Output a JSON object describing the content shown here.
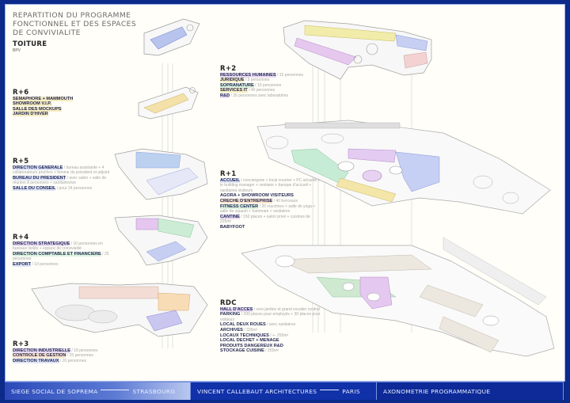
{
  "title": "REPARTITION DU PROGRAMME\nFONCTIONNEL ET DES ESPACES\nDE CONVIVIALITE",
  "levels": {
    "toiture": {
      "heading": "TOITURE",
      "items": [
        {
          "value": "BPV"
        }
      ]
    },
    "r6": {
      "heading": "R+6",
      "items": [
        {
          "key": "SEMAPHORE + MAMMOUTH",
          "color": "yellow"
        },
        {
          "key": "SHOWROOM V.I.P.",
          "color": "yellow"
        },
        {
          "key": "SALLE DES MOCKUPS",
          "color": "yellow"
        },
        {
          "key": "JARDIN D'HIVER",
          "color": "yellow"
        }
      ]
    },
    "r5": {
      "heading": "R+5",
      "items": [
        {
          "key": "DIRECTION GENERALE",
          "value": " / bureau assistante + 4 collaborateurs proches + femme du président et adjoint"
        },
        {
          "key": "BUREAU DU PRESIDENT",
          "value": " / avec salon + salle de réunion 8 personnes + sanitaires/wc"
        },
        {
          "key": "SALLE DU CONSEIL",
          "value": " / pour 24 personnes"
        }
      ]
    },
    "r4": {
      "heading": "R+4",
      "items": [
        {
          "key": "DIRECTION STRATEGIQUE",
          "value": " / 10 personnes en bureaux isolés + espace de convivialité"
        },
        {
          "key": "DIRECTION COMPTABLE ET FINANCIERE",
          "value": " / 25 personnes"
        },
        {
          "key": "EXPORT",
          "value": " / 10 personnes"
        }
      ]
    },
    "r3": {
      "heading": "R+3",
      "items": [
        {
          "key": "DIRECTION INDUSTRIELLE",
          "value": " / 18 personnes"
        },
        {
          "key": "CONTROLE DE GESTION",
          "value": " / 25 personnes"
        },
        {
          "key": "DIRECTION TRAVAUX",
          "value": " / 20 personnes"
        }
      ]
    },
    "r2": {
      "heading": "R+2",
      "items": [
        {
          "key": "RESSOURCES HUMAINES",
          "value": " / 15 personnes"
        },
        {
          "key": "JURIDIQUE",
          "value": " / 5 personnes"
        },
        {
          "key": "SOPRANATURE",
          "value": " / 10 personnes"
        },
        {
          "key": "SERVICES IT",
          "value": " / 40 personnes"
        },
        {
          "key": "R&D",
          "value": " / 35 personnes avec laboratoires"
        }
      ]
    },
    "r1": {
      "heading": "R+1",
      "items": [
        {
          "key": "ACCUEIL",
          "value": " / conciergerie + local courrier + PC sécurité + le building manager + vestiaire + banque d'accueil + sanitaires visiteurs"
        },
        {
          "key": "AGORA + SHOWROOM VISITEURS",
          "value": ""
        },
        {
          "key": "CRECHE D'ENTREPRISE",
          "value": " / 40 berceaux"
        },
        {
          "key": "FITNESS CENTER",
          "value": " / 20 machines + salle de yoga + salle de squash + hammam + vestiaires"
        },
        {
          "key": "CANTINE",
          "value": " / 150 places + salon privé + cuisines de 225m²"
        },
        {
          "key": "BABYFOOT",
          "value": ""
        }
      ]
    },
    "rdc": {
      "heading": "RDC",
      "items": [
        {
          "key": "HALL D'ACCES",
          "value": " / vers jardins et grand escalier central"
        },
        {
          "key": "PARKING",
          "value": " / 200 places pour employés + 30 places pour visiteurs"
        },
        {
          "key": "LOCAL DEUX ROUES",
          "value": " / avec sanitaires"
        },
        {
          "key": "ARCHIVES",
          "value": " / 325m²"
        },
        {
          "key": "LOCAUX TECHNIQUES",
          "value": " / +- 250m²"
        },
        {
          "key": "LOCAL DECHET + MENAGE",
          "value": ""
        },
        {
          "key": "PRODUITS DANGEREUX R&D",
          "value": ""
        },
        {
          "key": "STOCKAGE CUISINE",
          "value": " / 255m²"
        }
      ]
    }
  },
  "footer": {
    "project": "SIEGE SOCIAL DE SOPREMA",
    "city": "STRASBOURG",
    "architect": "VINCENT CALLEBAUT ARCHITECTURES",
    "architect_city": "PARIS",
    "drawing": "AXONOMETRIE PROGRAMMATIQUE"
  },
  "colors": {
    "frame_blue": "#0b2a8a",
    "zone_yellow": "#f3e7a6",
    "zone_purple": "#dcc2ee",
    "zone_green": "#c4ecd0",
    "zone_blue": "#b9c6f2",
    "zone_orange": "#f8d5b0"
  }
}
